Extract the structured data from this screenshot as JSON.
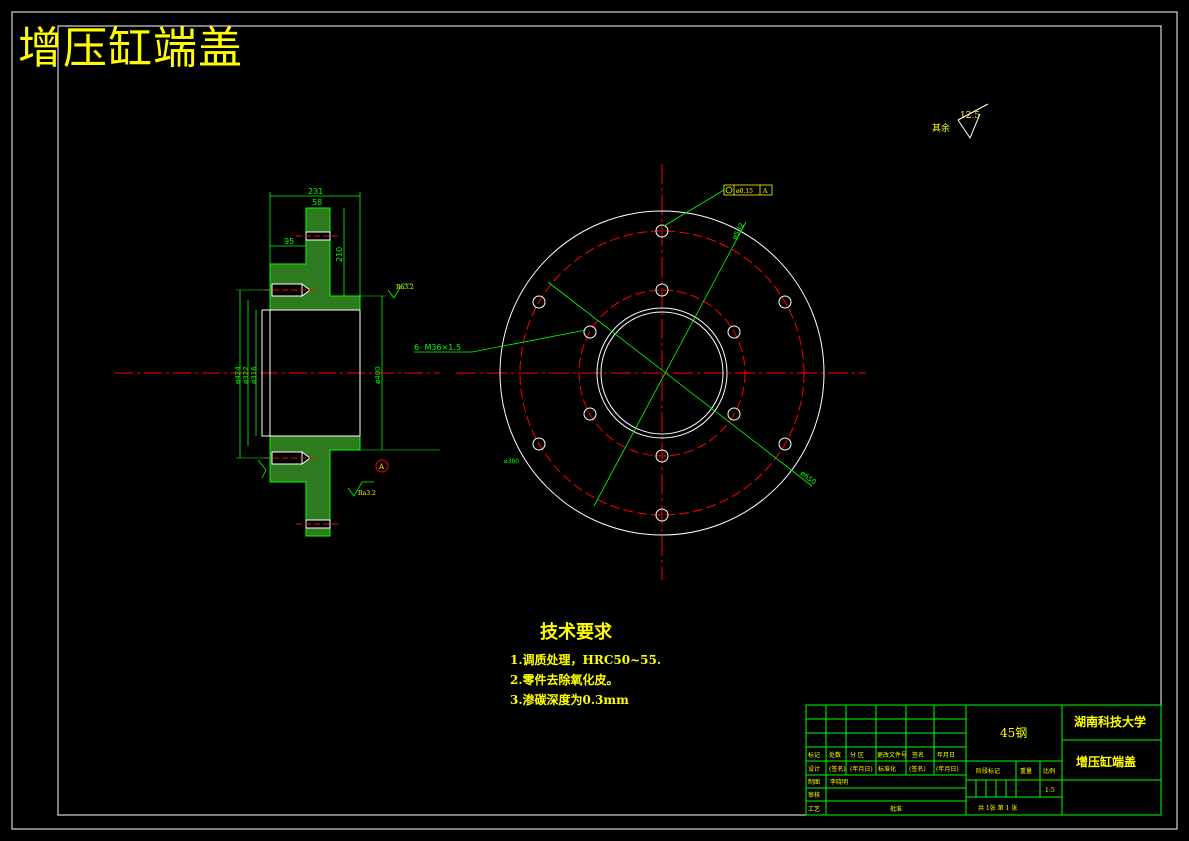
{
  "title": "增压缸端盖",
  "surface_note": {
    "label": "其余",
    "value": "12.5"
  },
  "tech_requirements": {
    "heading": "技术要求",
    "items": [
      "1.调质处理，HRC50~55.",
      "2.零件去除氧化皮。",
      "3.渗碳深度为0.3mm"
    ]
  },
  "section_view": {
    "dims": {
      "overall_width": "231",
      "flange_width": "58",
      "step": "95",
      "flange_height": "210",
      "d1": "ø424",
      "d2": "ø322",
      "d3": "ø316",
      "d4": "ø400",
      "rough1": "Ra3.2",
      "rough2": "Ra3.2",
      "datum": "A"
    }
  },
  "front_view": {
    "hole_callout": "6- M36×1.5",
    "tolerance": "ø0.15",
    "tolerance_datum": "A",
    "dim_outer": "ø650",
    "dim_pcd": "ø532",
    "dim_small": "ø380"
  },
  "title_block": {
    "material": "45钢",
    "school": "湖南科技大学",
    "part_name": "增压缸端盖",
    "scale_value": "1:5",
    "sheet_info": "共 1张   第 1 张",
    "headers": [
      "标记",
      "处数",
      "分 区",
      "更改文件号",
      "签名",
      "年月日"
    ],
    "row_design": [
      "设计",
      "(签名)",
      "(年月日)",
      "标准化",
      "(签名)",
      "(年月日)"
    ],
    "labels": {
      "drawer": "制图",
      "drawer_name": "李晓明",
      "review": "审核",
      "process": "工艺",
      "approve": "批准",
      "stage": "阶段标记",
      "weight": "重量",
      "scale": "比例"
    }
  }
}
